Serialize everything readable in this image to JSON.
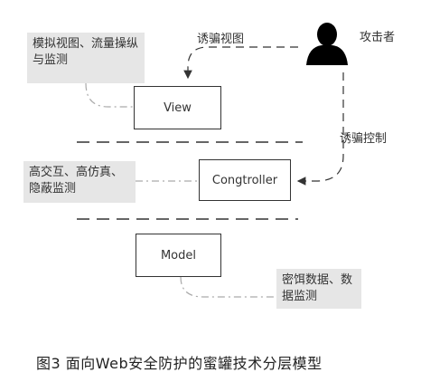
{
  "notes": {
    "view_note": "模拟视图、流量操纵与监测",
    "controller_note": "高交互、高仿真、隐蔽监测",
    "model_note": "密饵数据、数据监测"
  },
  "boxes": {
    "view": "View",
    "controller": "Congtroller",
    "model": "Model"
  },
  "attacker": {
    "label": "攻击者",
    "icon": "person-silhouette-icon"
  },
  "arrows": {
    "lure_view": "诱骗视图",
    "lure_control": "诱骗控制"
  },
  "caption": "图3  面向Web安全防护的蜜罐技术分层模型"
}
